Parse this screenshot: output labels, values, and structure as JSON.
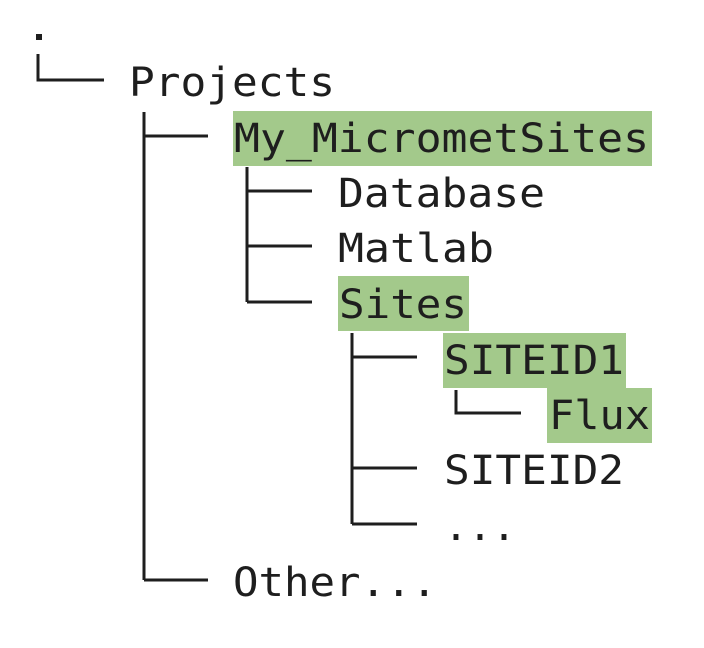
{
  "tree": {
    "root_label": ".",
    "highlight_color": "#a3c98b",
    "nodes": [
      {
        "label": "Projects",
        "depth": 0,
        "highlighted": false
      },
      {
        "label": "My_MicrometSites",
        "depth": 1,
        "highlighted": true
      },
      {
        "label": "Database",
        "depth": 2,
        "highlighted": false
      },
      {
        "label": "Matlab",
        "depth": 2,
        "highlighted": false
      },
      {
        "label": "Sites",
        "depth": 2,
        "highlighted": true
      },
      {
        "label": "SITEID1",
        "depth": 3,
        "highlighted": true
      },
      {
        "label": "Flux",
        "depth": 4,
        "highlighted": true
      },
      {
        "label": "SITEID2",
        "depth": 3,
        "highlighted": false
      },
      {
        "label": "...",
        "depth": 3,
        "highlighted": false
      },
      {
        "label": "Other...",
        "depth": 1,
        "highlighted": false
      }
    ]
  }
}
